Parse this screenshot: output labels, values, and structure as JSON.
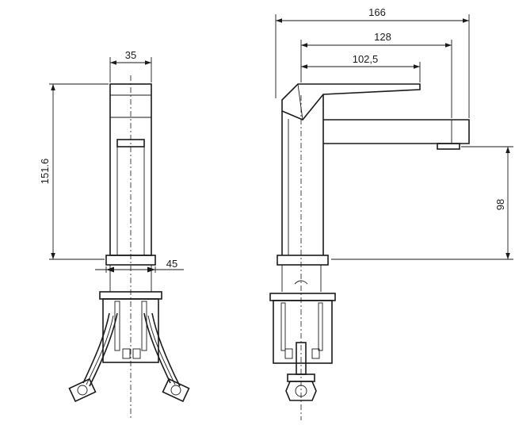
{
  "dimensions": {
    "front": {
      "top_width": "35",
      "height": "151.6",
      "base_width": "45"
    },
    "side": {
      "overall_length": "166",
      "spout_length": "128",
      "lever_length": "102,5",
      "spout_height": "98"
    }
  },
  "colors": {
    "line": "#1a1a1a",
    "background": "#ffffff"
  }
}
